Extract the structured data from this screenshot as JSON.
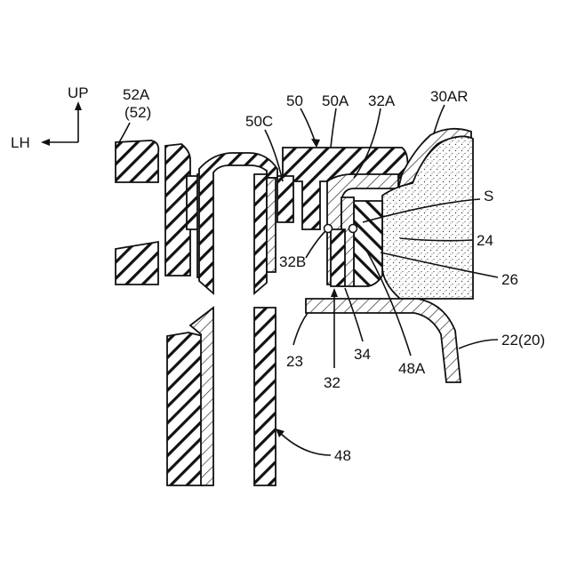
{
  "direction": {
    "up": "UP",
    "left": "LH"
  },
  "labels": {
    "l52a": "52A",
    "l52": "(52)",
    "l50": "50",
    "l50a": "50A",
    "l32a": "32A",
    "l30ar": "30AR",
    "l50c": "50C",
    "ls": "S",
    "l24": "24",
    "l26": "26",
    "l32b": "32B",
    "l23": "23",
    "l34": "34",
    "l32": "32",
    "l48a": "48A",
    "l22": "22(20)",
    "l48": "48"
  },
  "colors": {
    "ink": "#111111",
    "background": "#ffffff",
    "dots": "#555555"
  }
}
